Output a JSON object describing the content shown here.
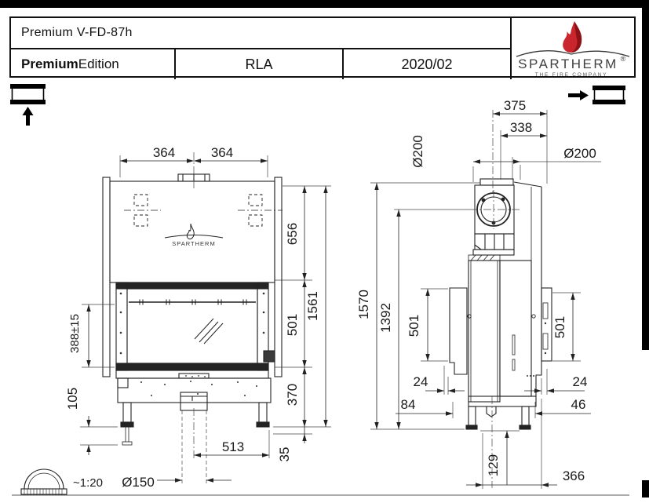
{
  "page": {
    "scale_note": "~1:20"
  },
  "header": {
    "model": "Premium V-FD-87h",
    "edition_bold": "Premium",
    "edition_light": "Edition",
    "type_code": "RLA",
    "revision": "2020/02",
    "brand": {
      "name": "SPARTHERM",
      "registered": "®",
      "tagline": "THE FIRE COMPANY"
    }
  },
  "front_view": {
    "logo_text": "SPARTHERM",
    "dims": {
      "top_left_half": "364",
      "top_right_half": "364",
      "hood_height": "656",
      "window_height": "501",
      "base_height": "370",
      "total_height": "1561",
      "glass_height": "388±15",
      "leg_adjust": "105",
      "base_width": "513",
      "foot_pad": "35",
      "duct_diameter": "Ø150"
    }
  },
  "side_view": {
    "dims": {
      "depth_total": "375",
      "depth_flue": "338",
      "flue_diameter_left": "Ø200",
      "flue_diameter_right": "Ø200",
      "height_total": "1570",
      "height_flue_center": "1392",
      "panel_front": "501",
      "panel_rear": "501",
      "gap_front": "24",
      "gap_rear": "24",
      "offset_front": "84",
      "offset_rear": "46",
      "duct_height": "129",
      "leg_span": "366"
    }
  }
}
